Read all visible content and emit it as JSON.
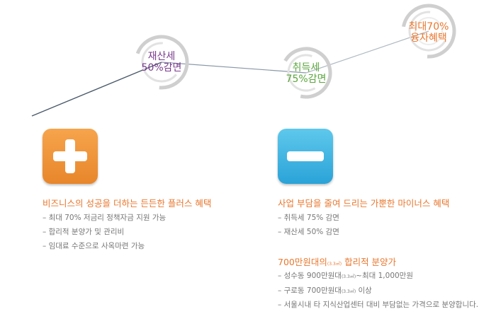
{
  "badges": {
    "property_tax": {
      "line1": "재산세",
      "line2": "50%감면",
      "color": "#7a3b8e"
    },
    "acquisition_tax": {
      "line1": "취득세",
      "line2": "75%감면",
      "color": "#5aa63c"
    },
    "financing": {
      "line1": "최대70%",
      "line2": "융자혜택",
      "color": "#e9772e"
    }
  },
  "plus": {
    "title": "비즈니스의 성공을 더하는 든든한 플러스 혜택",
    "items": [
      "– 최대 70% 저금리 정책자금 지원 가능",
      "– 합리적 분양가 및 관리비",
      "– 임대료 수준으로 사옥마련 가능"
    ]
  },
  "minus": {
    "title": "사업 부담을 줄여 드리는 가뿐한 마이너스 혜택",
    "items": [
      "– 취득세 75% 감면",
      "– 재산세 50% 감면"
    ]
  },
  "price": {
    "title_main": "700만원대의",
    "title_unit": "(3.3㎡)",
    "title_rest": " 합리적 분양가",
    "items": [
      {
        "a": "– 성수동 900만원대",
        "unit": "(3.3㎡)",
        "b": "~최대 1,000만원"
      },
      {
        "a": "– 구로동 700만원대",
        "unit": "(3.3㎡)",
        "b": " 이상"
      },
      {
        "a": "– 서울시내 타 지식산업센터 대비 부담없는 가격으로 분양합니다.",
        "unit": "",
        "b": ""
      }
    ]
  },
  "colors": {
    "accent_orange": "#e9772e",
    "plus_tile": "#f0953c",
    "minus_tile": "#3fb4e2"
  }
}
